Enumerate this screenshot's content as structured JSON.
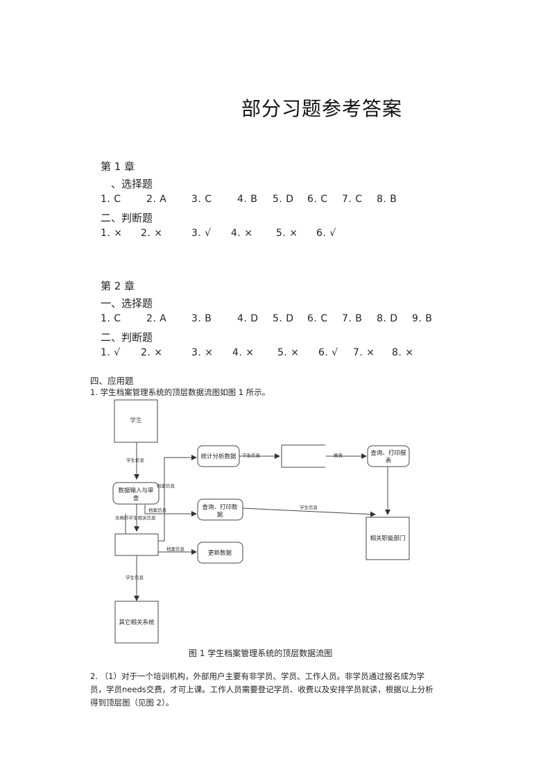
{
  "title": "部分习题参考答案",
  "ch1": {
    "heading": "第 1 章",
    "s1": "、选择题",
    "mc": [
      "1. C",
      "2. A",
      "3. C",
      "4. B",
      "5. D",
      "6. C",
      "7. C",
      "8. B"
    ],
    "s2": "二、判断题",
    "tf": [
      "1. ×",
      "2. ×",
      "3. √",
      "4. ×",
      "5. ×",
      "6. √"
    ]
  },
  "ch2": {
    "heading": "第 2 章",
    "s1": "一、选择题",
    "mc": [
      "1. C",
      "2. A",
      "3. B",
      "4. D",
      "5. D",
      "6. C",
      "7. B",
      "8. D",
      "9. B"
    ],
    "s2": "二、判断题",
    "tf": [
      "1. √",
      "2. ×",
      "3. ×",
      "4. ×",
      "5. ×",
      "6. √",
      "7. ×",
      "8. ×"
    ]
  },
  "s4": "四、应用题",
  "q1": "1.   学生档案管理系统的顶层数据流图如图 1 所示。",
  "diagram": {
    "student": "学生",
    "input_review": [
      "数据输入与审",
      "查"
    ],
    "stats": "统计分析数据",
    "query_print_data": [
      "查询、打印数",
      "据"
    ],
    "update_data": "更新数据",
    "query_print_report": [
      "查询、打印报",
      "表"
    ],
    "depts": "相关职能部门",
    "other_sys": "其它相关系统",
    "lbl_student_info_1": "学生信息",
    "lbl_archive_info_1": "档案信息",
    "lbl_archive_info_2": "档案信息",
    "lbl_qualified": "合格的学生相关信息",
    "lbl_student_info_2": "学生信息",
    "lbl_report": "报表",
    "lbl_student_info_3": "学生信息",
    "lbl_archive_info_3": "档案信息",
    "lbl_student_info_4": "学生信息"
  },
  "figure_caption": "图 1  学生档案管理系统的顶层数据流图",
  "q2": "2. （1）对于一个培训机构，外部用户主要有非学员、学员、工作人员。非学员通过报名成为学员，学员needs交费，才可上课。工作人员需要登记学员、收费以及安排学员就读，根据以上分析得到顶层图（见图 2）。"
}
